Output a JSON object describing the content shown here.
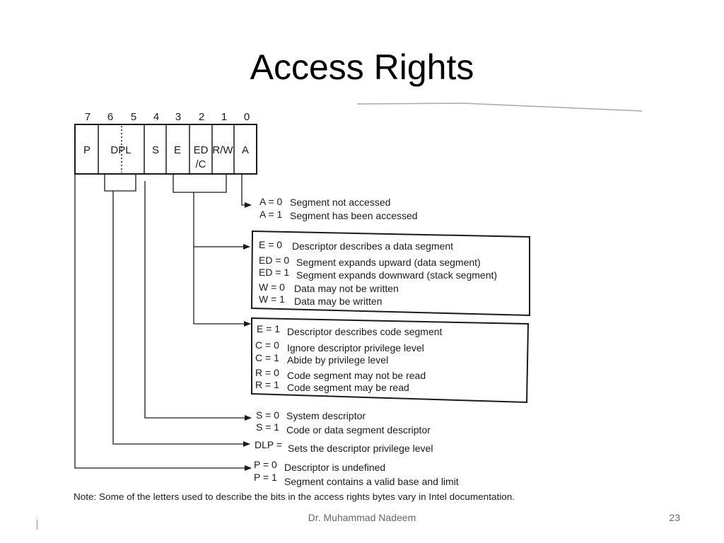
{
  "slide": {
    "title": "Access Rights",
    "author": "Dr. Muhammad Nadeem",
    "page_number": "23"
  },
  "diagram": {
    "bit_numbers": [
      "7",
      "6",
      "5",
      "4",
      "3",
      "2",
      "1",
      "0"
    ],
    "fields": {
      "p": "P",
      "dpl": "DPL",
      "s": "S",
      "e": "E",
      "ed_line1": "ED",
      "ed_line2": "/C",
      "rw": "R/W",
      "a": "A"
    },
    "a_bit": {
      "line1_code": "A = 0",
      "line1_text": "Segment not accessed",
      "line2_code": "A = 1",
      "line2_text": "Segment has been accessed"
    },
    "data_box": {
      "l1_code": "E = 0",
      "l1_text": "Descriptor describes a data segment",
      "l2_code": "ED = 0",
      "l2_text": "Segment expands upward (data segment)",
      "l3_code": "ED = 1",
      "l3_text": "Segment expands downward (stack segment)",
      "l4_code": "W = 0",
      "l4_text": "Data may not be written",
      "l5_code": "W = 1",
      "l5_text": "Data may be written"
    },
    "code_box": {
      "l1_code": "E = 1",
      "l1_text": "Descriptor describes code segment",
      "l2_code": "C = 0",
      "l2_text": "Ignore descriptor privilege level",
      "l3_code": "C = 1",
      "l3_text": "Abide by privilege level",
      "l4_code": "R = 0",
      "l4_text": "Code segment may not be read",
      "l5_code": "R = 1",
      "l5_text": "Code segment may be read"
    },
    "s_bit": {
      "line1_code": "S = 0",
      "line1_text": "System descriptor",
      "line2_code": "S = 1",
      "line2_text": "Code or data segment descriptor"
    },
    "dpl_bit": {
      "line1_code": "DLP =",
      "line1_text": "Sets the descriptor privilege level"
    },
    "p_bit": {
      "line1_code": "P = 0",
      "line1_text": "Descriptor is undefined",
      "line2_code": "P = 1",
      "line2_text": "Segment contains a valid base and limit"
    },
    "note": "Note:  Some of the letters used to describe the bits in the access rights bytes vary in Intel documentation."
  }
}
